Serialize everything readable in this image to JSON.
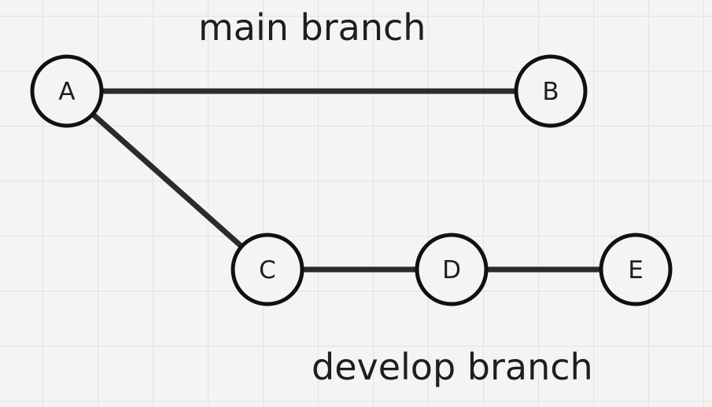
{
  "labels": {
    "main_branch": "main branch",
    "develop_branch": "develop branch"
  },
  "nodes": {
    "A": "A",
    "B": "B",
    "C": "C",
    "D": "D",
    "E": "E"
  },
  "edges": [
    [
      "A",
      "B"
    ],
    [
      "A",
      "C"
    ],
    [
      "C",
      "D"
    ],
    [
      "D",
      "E"
    ]
  ],
  "colors": {
    "background": "#f4f4f4",
    "grid": "#e2e2e2",
    "stroke": "#111111",
    "edge": "#2b2b2b",
    "text": "#1e1e1e"
  }
}
